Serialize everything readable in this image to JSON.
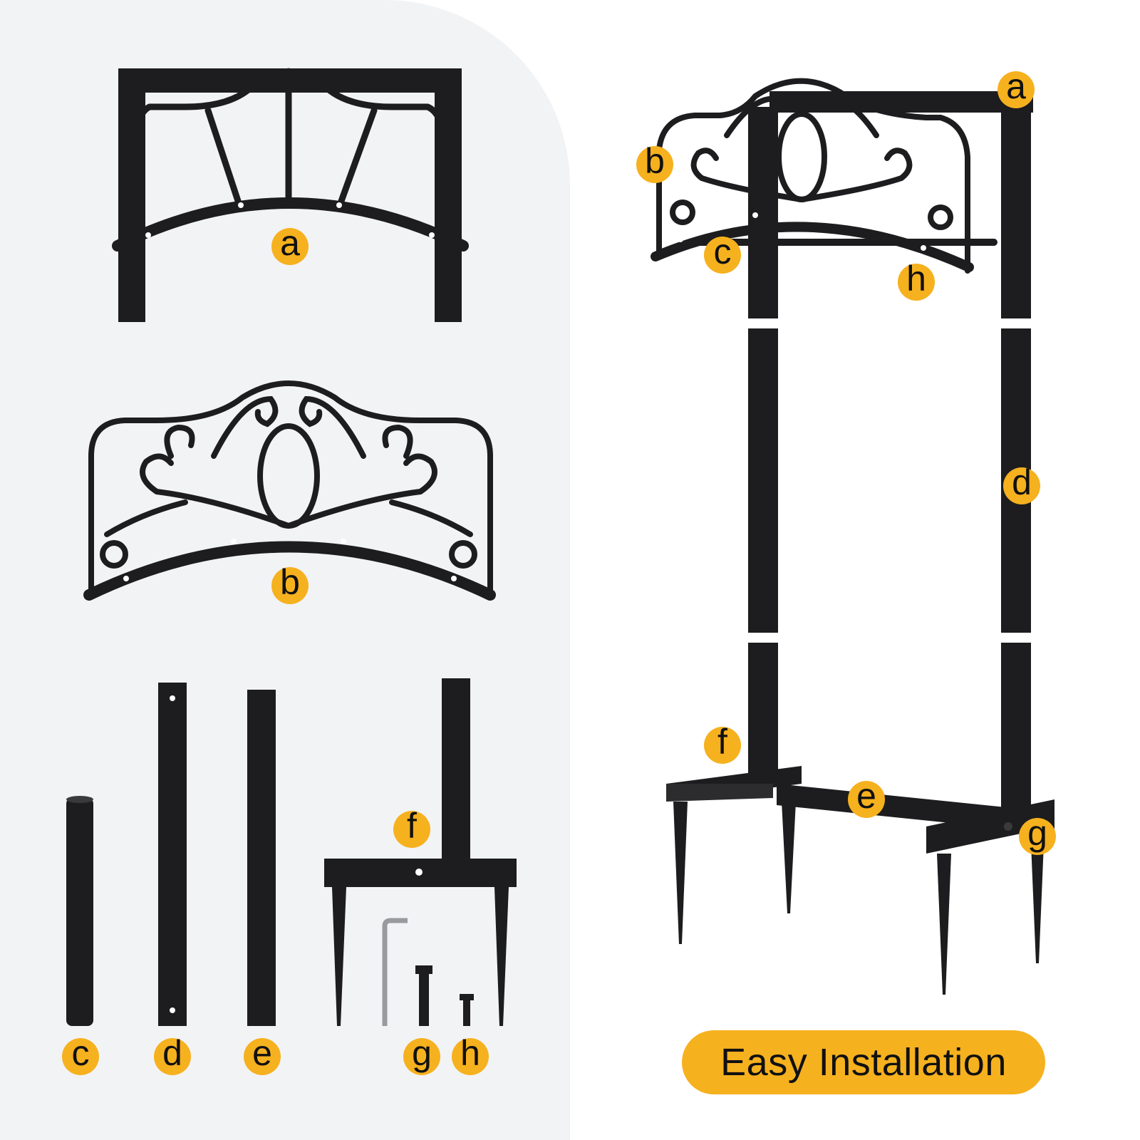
{
  "labels": {
    "a": "a",
    "b": "b",
    "c": "c",
    "d": "d",
    "e": "e",
    "f": "f",
    "g": "g",
    "h": "h"
  },
  "caption": "Easy Installation",
  "colors": {
    "badge": "#f6b11f",
    "metal": "#1d1d1f",
    "panel": "#f2f3f5",
    "accent_text": "#111111"
  }
}
